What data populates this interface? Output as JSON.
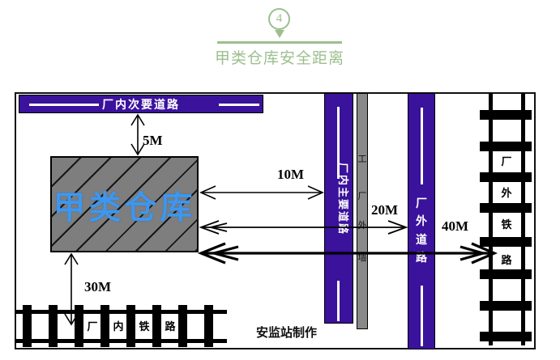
{
  "header": {
    "step_number": "4",
    "title": "甲类仓库安全距离"
  },
  "diagram": {
    "warehouse": {
      "label": "甲类仓库"
    },
    "secondary_road": {
      "label": "厂内次要道路"
    },
    "main_road": {
      "label": "厂内主要道路"
    },
    "factory_wall": {
      "chars": [
        "工",
        "厂",
        "外",
        "墙"
      ]
    },
    "outside_road": {
      "chars": [
        "厂",
        "外",
        "道",
        "路"
      ]
    },
    "outside_railway": {
      "chars": [
        "厂",
        "外",
        "铁",
        "路"
      ]
    },
    "inside_railway": {
      "chars": [
        "厂",
        "内",
        "铁",
        "路"
      ]
    },
    "distances": {
      "to_secondary_road": "5M",
      "to_main_road": "10M",
      "to_outside_road": "20M",
      "to_outside_railway": "40M",
      "to_inside_railway": "30M"
    },
    "credit": "安监站制作"
  },
  "colors": {
    "accent_green": "#9cbf8e",
    "road_purple": "#3a129b",
    "warehouse_fill": "#7e7e7e",
    "warehouse_text_blue": "#3d97ee",
    "wall_gray": "#898989"
  }
}
